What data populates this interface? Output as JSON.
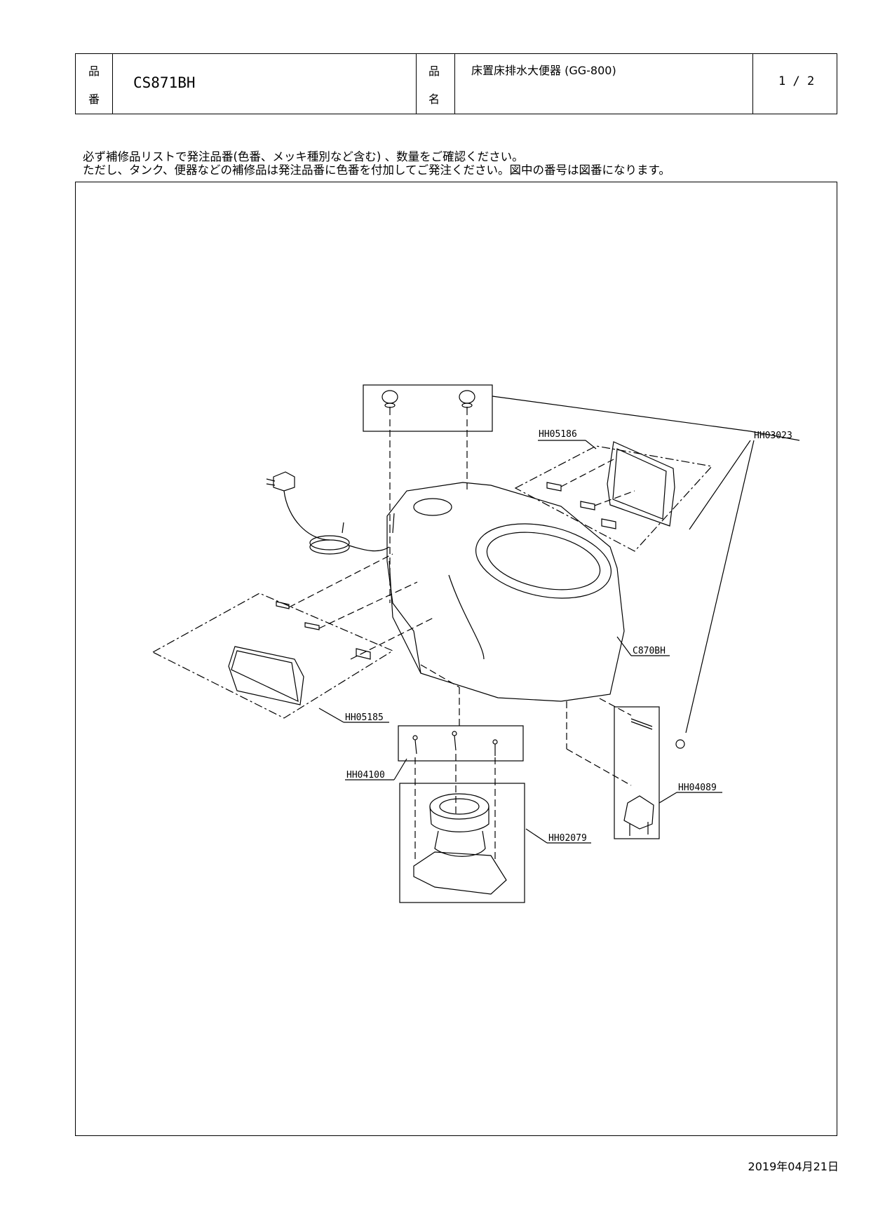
{
  "header": {
    "part_no_label_top": "品",
    "part_no_label_bottom": "番",
    "part_no": "CS871BH",
    "name_label_top": "品",
    "name_label_bottom": "名",
    "product_name": "床置床排水大便器 (GG-800)",
    "page": "1 / 2"
  },
  "notes": {
    "line1": "必ず補修品リストで発注品番(色番、メッキ種別など含む) 、数量をご確認ください。",
    "line2": "ただし、タンク、便器などの補修品は発注品番に色番を付加してご発注ください。図中の番号は図番になります。"
  },
  "parts": {
    "hh03023": "HH03023",
    "hh05186": "HH05186",
    "c870bh": "C870BH",
    "hh05185": "HH05185",
    "hh04100": "HH04100",
    "hh04089": "HH04089",
    "hh02079": "HH02079"
  },
  "footer": {
    "date": "2019年04月21日"
  }
}
